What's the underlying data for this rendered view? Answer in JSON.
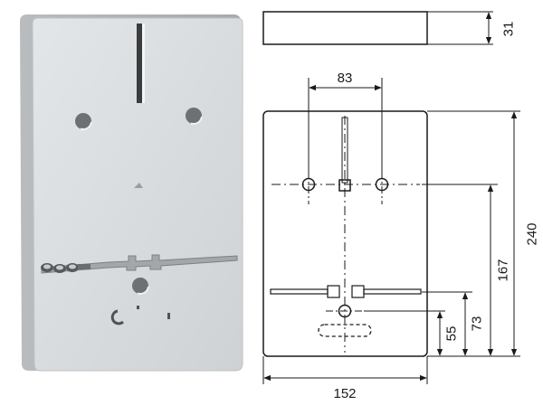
{
  "dimensions": {
    "depth": "31",
    "hole_spacing": "83",
    "height": "240",
    "rail_height": "167",
    "lower_hole_height": "73",
    "slot_height": "55",
    "width": "152"
  },
  "colors": {
    "panel_face": "#d9dcde",
    "panel_edge": "#c2c5c7",
    "panel_shadow": "#aeb1b3",
    "drawing_line": "#1a1a1a"
  }
}
